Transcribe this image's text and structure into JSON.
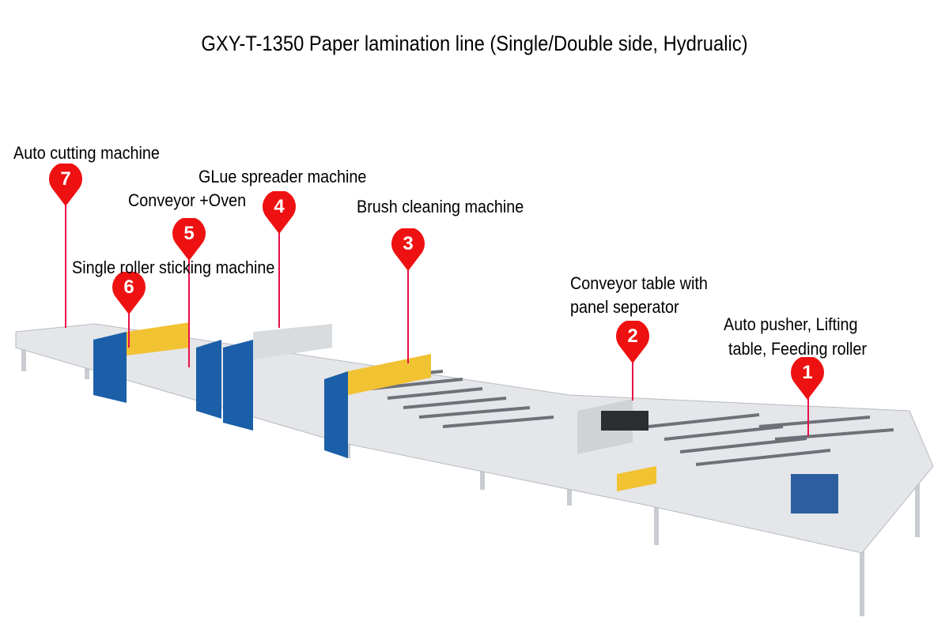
{
  "title": "GXY-T-1350  Paper lamination line (Single/Double side, Hydrualic)",
  "accent_color": "#ee1111",
  "stations": [
    {
      "number": "1",
      "label": "Auto pusher, Lifting table, Feeding roller",
      "label_lines": [
        "Auto pusher, Lifting",
        "table, Feeding roller"
      ]
    },
    {
      "number": "2",
      "label": "Conveyor table with panel seperator",
      "label_lines": [
        "Conveyor table with",
        "panel seperator"
      ]
    },
    {
      "number": "3",
      "label": "Brush cleaning machine"
    },
    {
      "number": "4",
      "label": "GLue spreader machine"
    },
    {
      "number": "5",
      "label": "Conveyor +Oven"
    },
    {
      "number": "6",
      "label": "Single roller sticking machine"
    },
    {
      "number": "7",
      "label": "Auto cutting machine"
    }
  ]
}
